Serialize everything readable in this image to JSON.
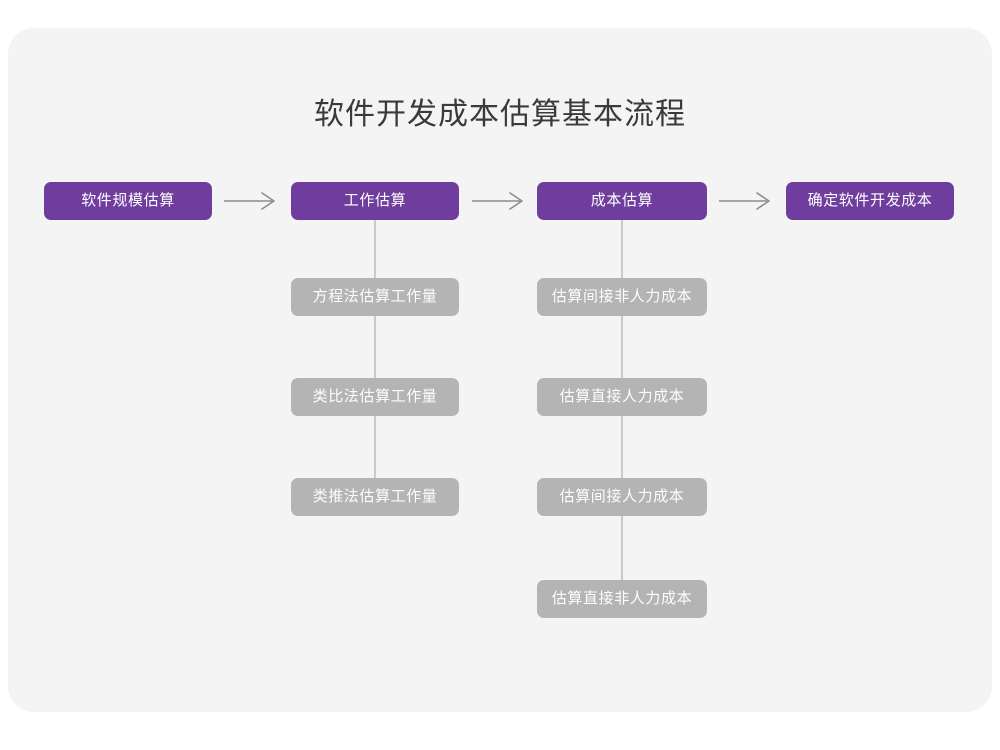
{
  "page": {
    "title": "软件开发成本估算基本流程",
    "background": "#ffffff",
    "card_background": "#f4f4f5"
  },
  "colors": {
    "primary": "#6f3d9d",
    "secondary": "#b4b4b4",
    "connector": "#c9c9c9",
    "arrow": "#8c8c8c",
    "title_text": "#3a3a3a",
    "node_text": "#ffffff"
  },
  "chart_data": {
    "type": "diagram",
    "title": "软件开发成本估算基本流程",
    "orientation": "horizontal-with-vertical-substeps",
    "main_flow": [
      {
        "id": "step1",
        "label": "软件规模估算",
        "level": "primary"
      },
      {
        "id": "step2",
        "label": "工作估算",
        "level": "primary"
      },
      {
        "id": "step3",
        "label": "成本估算",
        "level": "primary"
      },
      {
        "id": "step4",
        "label": "确定软件开发成本",
        "level": "primary"
      }
    ],
    "connectors": [
      {
        "from": "step1",
        "to": "step2",
        "style": "arrow"
      },
      {
        "from": "step2",
        "to": "step3",
        "style": "arrow"
      },
      {
        "from": "step3",
        "to": "step4",
        "style": "arrow"
      },
      {
        "from": "step2",
        "to": "step2-sub",
        "style": "line"
      },
      {
        "from": "step3",
        "to": "step3-sub",
        "style": "line"
      }
    ],
    "substeps": [
      {
        "parent": "step2",
        "parent_label": "工作估算",
        "items": [
          "方程法估算工作量",
          "类比法估算工作量",
          "类推法估算工作量"
        ]
      },
      {
        "parent": "step3",
        "parent_label": "成本估算",
        "items": [
          "估算间接非人力成本",
          "估算直接人力成本",
          "估算间接人力成本",
          "估算直接非人力成本"
        ]
      }
    ]
  },
  "nodes": {
    "step1": "软件规模估算",
    "step2": "工作估算",
    "step3": "成本估算",
    "step4": "确定软件开发成本",
    "left_sub_1": "方程法估算工作量",
    "left_sub_2": "类比法估算工作量",
    "left_sub_3": "类推法估算工作量",
    "right_sub_1": "估算间接非人力成本",
    "right_sub_2": "估算直接人力成本",
    "right_sub_3": "估算间接人力成本",
    "right_sub_4": "估算直接非人力成本"
  }
}
